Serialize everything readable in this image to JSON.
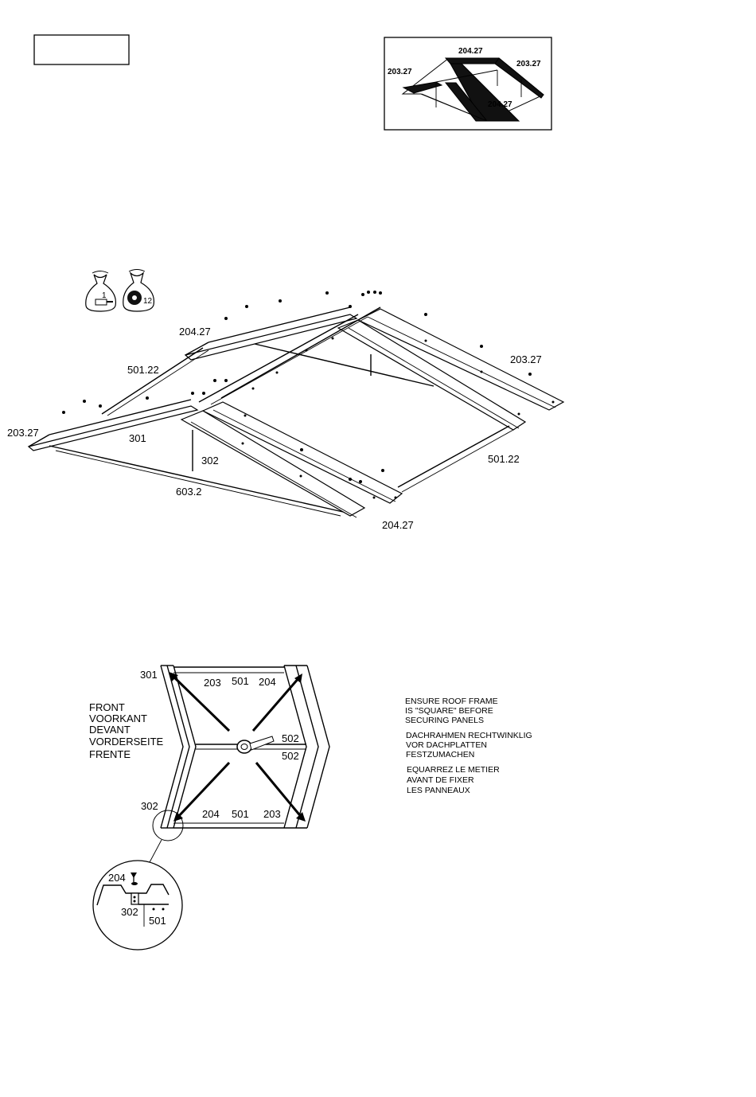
{
  "step_box": {
    "text": ""
  },
  "inset": {
    "labels": [
      "204.27",
      "203.27",
      "203.27",
      "204.27"
    ]
  },
  "bags": {
    "screw_qty": "1",
    "washer_qty": "12"
  },
  "main_labels": {
    "l_204_top": "204.27",
    "l_501_left": "501.22",
    "l_203_left": "203.27",
    "l_301": "301",
    "l_302": "302",
    "l_603": "603.2",
    "l_203_right": "203.27",
    "l_501_right": "501.22",
    "l_204_bottom": "204.27"
  },
  "plan_labels": {
    "l_301": "301",
    "l_203_top": "203",
    "l_501_top": "501",
    "l_204_top": "204",
    "l_502_a": "502",
    "l_502_b": "502",
    "l_302": "302",
    "l_204_bot": "204",
    "l_501_bot": "501",
    "l_203_bot": "203"
  },
  "front_labels": [
    "FRONT",
    "VOORKANT",
    "DEVANT",
    "VORDERSEITE",
    "FRENTE"
  ],
  "notes": {
    "en": [
      "ENSURE ROOF FRAME",
      "IS \"SQUARE\" BEFORE",
      "SECURING PANELS"
    ],
    "de": [
      "DACHRAHMEN RECHTWINKLIG",
      "VOR DACHPLATTEN",
      "FESTZUMACHEN"
    ],
    "fr": [
      "EQUARREZ LE METIER",
      "AVANT DE FIXER",
      "LES PANNEAUX"
    ]
  },
  "detail_labels": {
    "l_204": "204",
    "l_302": "302",
    "l_501": "501"
  }
}
